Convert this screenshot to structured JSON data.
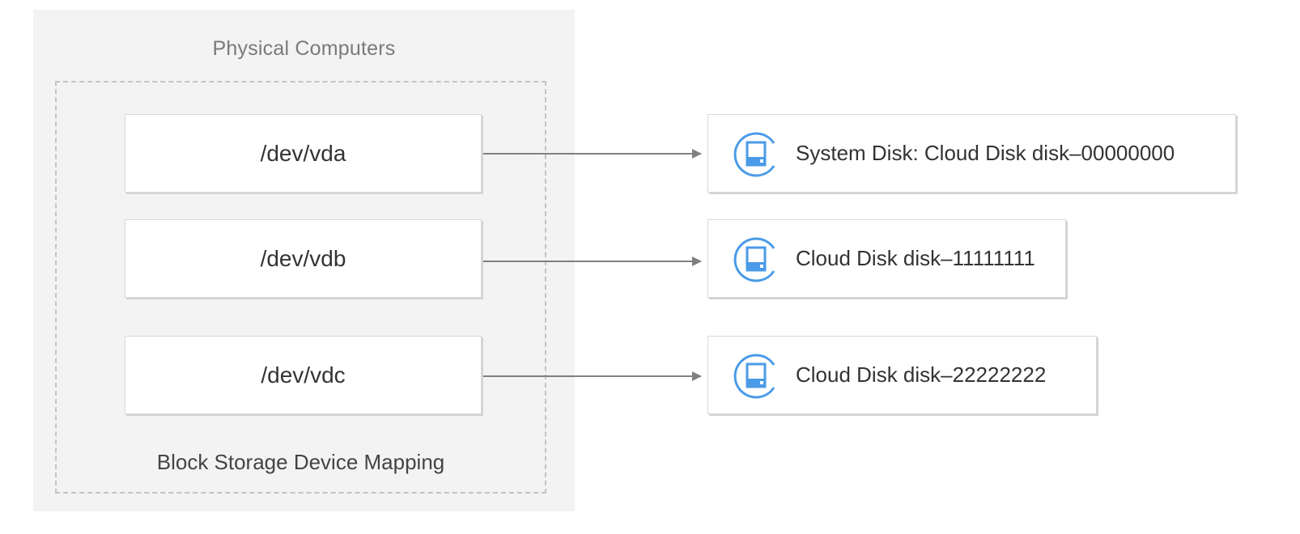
{
  "diagram": {
    "physical_title": "Physical Computers",
    "mapping_label": "Block Storage Device Mapping",
    "devices": [
      {
        "label": "/dev/vda"
      },
      {
        "label": "/dev/vdb"
      },
      {
        "label": "/dev/vdc"
      }
    ],
    "disks": [
      {
        "label": "System Disk: Cloud Disk disk–00000000",
        "icon": "cloud-disk-icon"
      },
      {
        "label": "Cloud Disk disk–11111111",
        "icon": "cloud-disk-icon"
      },
      {
        "label": "Cloud Disk disk–22222222",
        "icon": "cloud-disk-icon"
      }
    ],
    "colors": {
      "accent": "#4a9be8",
      "connector": "#808080",
      "panel": "#f3f3f3"
    }
  }
}
